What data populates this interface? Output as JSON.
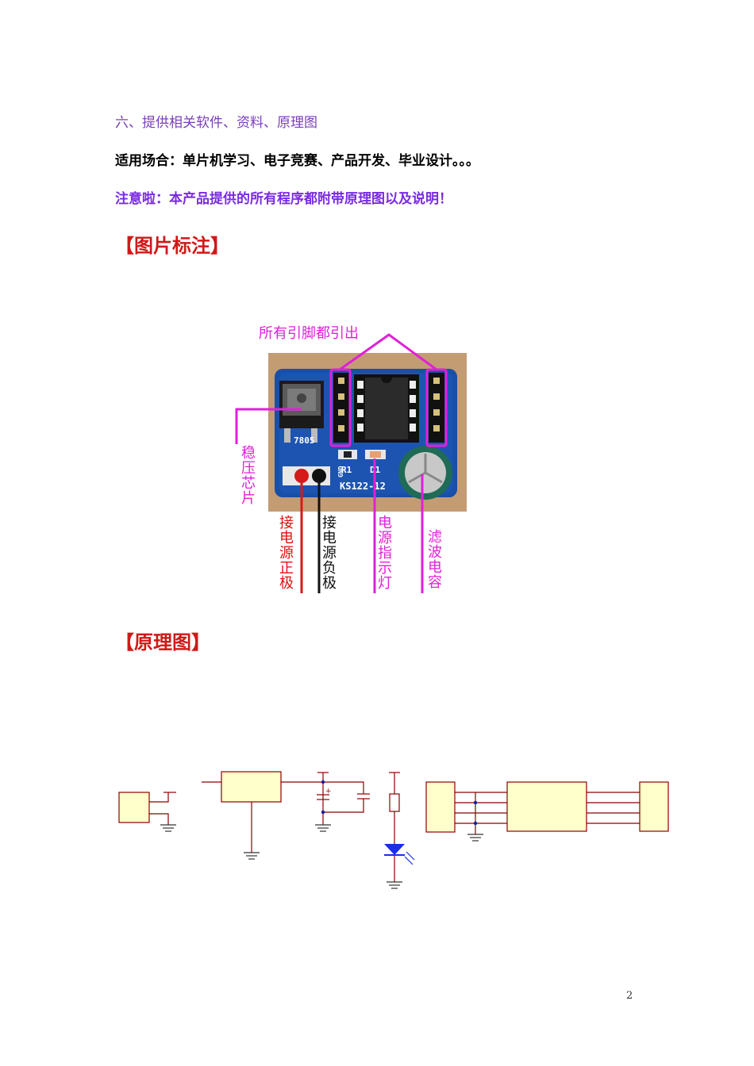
{
  "lines": {
    "item6": "六、提供相关软件、资料、原理图",
    "usage": "适用场合：单片机学习、电子竞赛、产品开发、毕业设计。。。",
    "notice": "注意啦：本产品提供的所有程序都附带原理图以及说明！"
  },
  "sections": {
    "annotations": "【图片标注】",
    "schematic": "【原理图】"
  },
  "photo": {
    "callouts": {
      "all_pins": "所有引脚都引出",
      "regulator": "稳压芯片",
      "power_positive": "接电源正极",
      "power_negative": "接电源负极",
      "power_led": "电源指示灯",
      "filter_cap": "滤波电容"
    },
    "silkscreen": {
      "reg_part": "7805",
      "r1": "R1",
      "d1": "D1",
      "board": "KS122-12",
      "gnd": "GND"
    }
  },
  "page_number": "2",
  "colors": {
    "heading_red": "#d01818",
    "notice_purple": "#7a2be2",
    "callout_magenta": "#e020d8",
    "pcb_blue": "#1a4fa8",
    "schematic_fill": "#ffffcc",
    "schematic_wire": "#8b0000"
  }
}
